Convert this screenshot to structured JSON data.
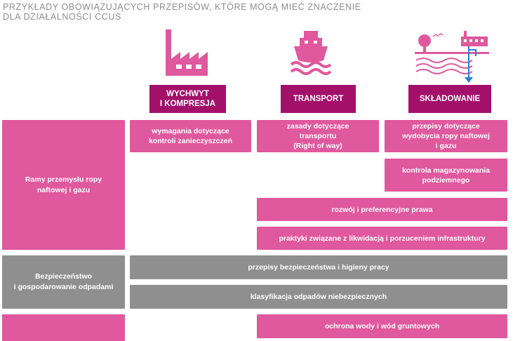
{
  "title": {
    "line1": "PRZYKŁADY OBOWIĄZUJĄCYCH PRZEPISÓW, KTÓRE MOGĄ MIEĆ ZNACZENIE",
    "line2": "DLA DZIAŁALNOŚCI CCUS"
  },
  "colors": {
    "header": "#a3106a",
    "pink": "#e0589d",
    "gray": "#8f8f8f",
    "title": "#8c8c8c"
  },
  "icons": [
    "factory-icon",
    "ship-icon",
    "storage-icon"
  ],
  "headers": {
    "capture_line1": "WYCHWYT",
    "capture_line2": "I KOMPRESJA",
    "transport": "TRANSPORT",
    "storage": "SKŁADOWANIE"
  },
  "rows": {
    "oil_gas": "Ramy przemysłu ropy naftowej i gazu",
    "safety_line1": "Bezpieczeństwo",
    "safety_line2": "i gospodarowanie odpadami"
  },
  "cells": {
    "emissions_line1": "wymagania dotyczące",
    "emissions_line2": "kontroli zanieczyszczeń",
    "transport_line1": "zasady dotyczące",
    "transport_line2": "transportu",
    "transport_line3": "(Right of way)",
    "extraction_line1": "przepisy dotyczące",
    "extraction_line2": "wydobycia ropy naftowej",
    "extraction_line3": "i gazu",
    "underground_line1": "kontrola magazynowania",
    "underground_line2": "podziemnego",
    "development": "rozwój i preferencyjne prawa",
    "decommission": "praktyki związane z likwidacją i porzuceniem infrastruktury",
    "health_safety": "przepisy bezpieczeństwa i higieny pracy",
    "hazardous_waste": "klasyfikacja odpadów niebezpiecznych",
    "water": "ochrona wody i wód gruntowych"
  }
}
